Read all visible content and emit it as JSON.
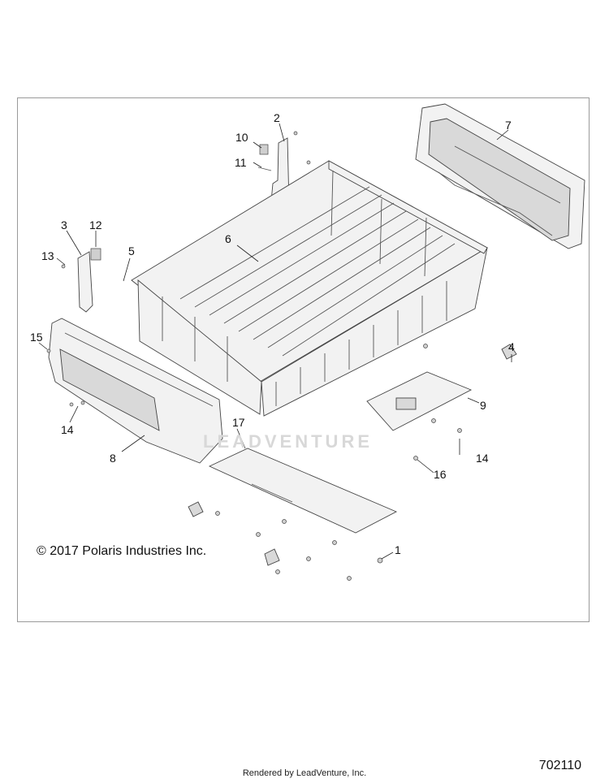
{
  "copyright": "© 2017 Polaris Industries Inc.",
  "watermark": "LEADVENTURE",
  "footer": "Rendered by LeadVenture, Inc.",
  "diagram_id": "702110",
  "callouts": {
    "c1": "1",
    "c2": "2",
    "c3": "3",
    "c4": "4",
    "c5": "5",
    "c6": "6",
    "c7": "7",
    "c8": "8",
    "c9": "9",
    "c10": "10",
    "c11": "11",
    "c12": "12",
    "c13": "13",
    "c14a": "14",
    "c14b": "14",
    "c15": "15",
    "c16": "16",
    "c17": "17"
  }
}
